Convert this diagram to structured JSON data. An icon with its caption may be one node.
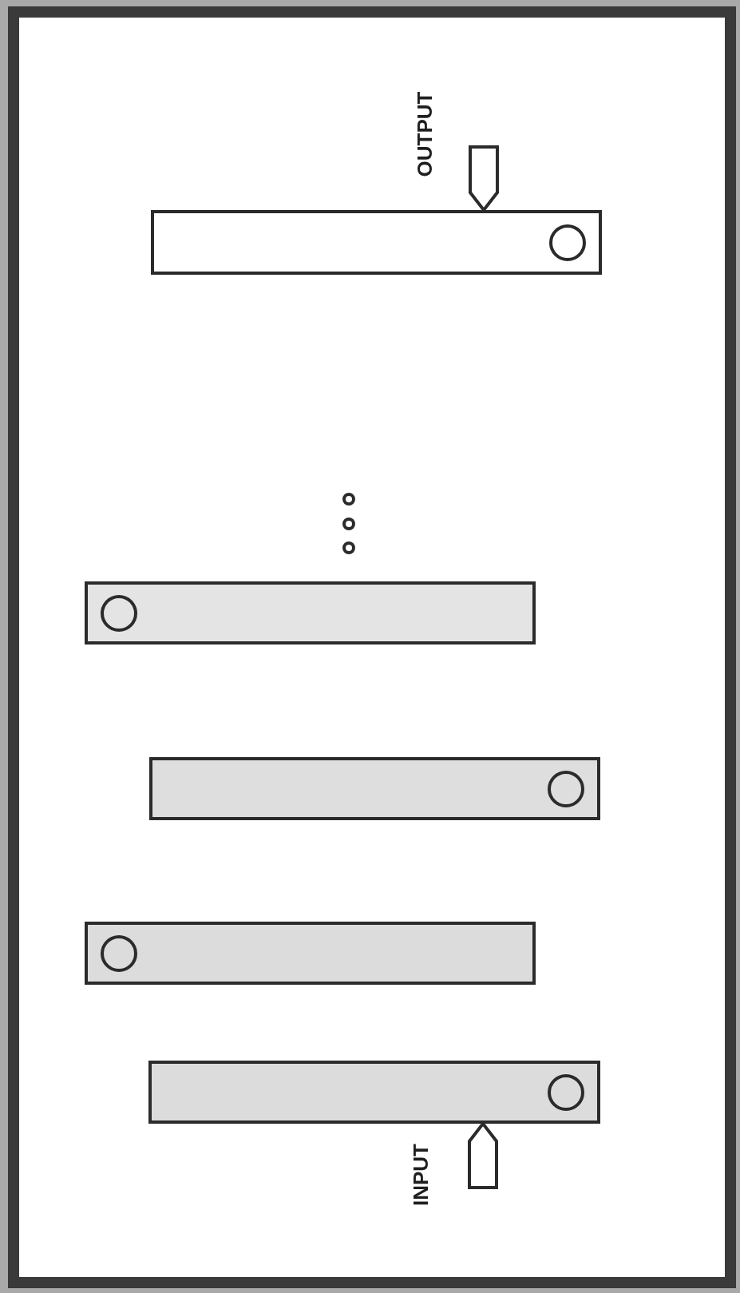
{
  "diagram": {
    "nodes": [
      {
        "text": [],
        "shape": "bar"
      },
      {
        "text": [],
        "shape": "bar"
      },
      {
        "text": [],
        "shape": "bar"
      },
      {
        "text": [],
        "shape": "bar"
      },
      {
        "text": [],
        "shape": "bar"
      }
    ],
    "edges": [
      {
        "from": null,
        "to": 0,
        "arrow": "to",
        "label": "OUTPUT"
      },
      {
        "from": null,
        "to": 4,
        "arrow": "to",
        "label": "INPUT"
      }
    ]
  }
}
